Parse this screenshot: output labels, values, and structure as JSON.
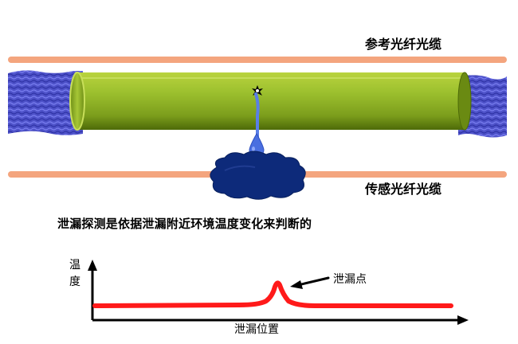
{
  "labels": {
    "reference_fiber": "参考光纤光缆",
    "sensing_fiber": "传感光纤光缆",
    "caption": "泄漏探测是依据泄漏附近环境温度变化来判断的",
    "y_axis_char1": "温",
    "y_axis_char2": "度",
    "x_axis": "泄漏位置",
    "leak_point": "泄漏点"
  },
  "colors": {
    "fiber": "#f4a57e",
    "pipe": "#8fb22a",
    "pipe_highlight": "#c4dc4a",
    "pipe_shadow": "#4d6a08",
    "soil": "#4a4fc7",
    "water_drop": "#4a6fe0",
    "puddle": "#0d2a7a",
    "temperature_curve": "#ff1a1a",
    "axes": "#000000"
  },
  "icons": {
    "leak_hole": "leak-star-icon",
    "leak_arrow": "arrow-left-icon"
  }
}
